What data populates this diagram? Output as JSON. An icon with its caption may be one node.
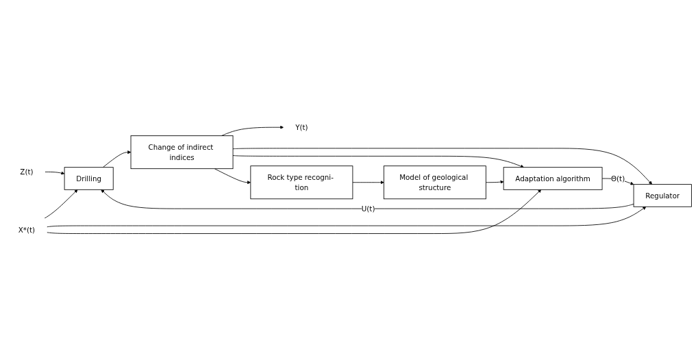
{
  "diagram": {
    "nodes": [
      {
        "text": [
          "Z(t)"
        ]
      },
      {
        "text": [
          "X*(t)"
        ]
      },
      {
        "text": [
          "Drilling"
        ]
      },
      {
        "text": [
          "Change of indirect indices"
        ]
      },
      {
        "text": [
          "Y(t)"
        ]
      },
      {
        "text": [
          "Regulator"
        ]
      },
      {
        "text": [
          "Rock type recogni- tion"
        ]
      },
      {
        "text": [
          "Adaptation algorithm"
        ]
      },
      {
        "text": [
          "Model of geological structure"
        ]
      }
    ],
    "edges": [
      {
        "from": 0,
        "to": 2,
        "arrow": "to"
      },
      {
        "from": 1,
        "to": 2,
        "arrow": "to"
      },
      {
        "from": 1,
        "to": 5,
        "arrow": "to"
      },
      {
        "from": 1,
        "to": 7,
        "arrow": "to"
      },
      {
        "from": 2,
        "to": 3,
        "arrow": "to"
      },
      {
        "from": 3,
        "to": 4,
        "arrow": "to"
      },
      {
        "from": 3,
        "to": 5,
        "arrow": "to"
      },
      {
        "from": 3,
        "to": 7,
        "arrow": "to"
      },
      {
        "from": 3,
        "to": 6,
        "arrow": "to"
      },
      {
        "from": 5,
        "to": 2,
        "arrow": "to",
        "label": "U(t)"
      },
      {
        "from": 7,
        "to": 5,
        "arrow": "to",
        "label": "Θ(t)"
      },
      {
        "from": 6,
        "to": 8,
        "arrow": "to"
      },
      {
        "from": 8,
        "to": 7,
        "arrow": "to"
      }
    ]
  }
}
